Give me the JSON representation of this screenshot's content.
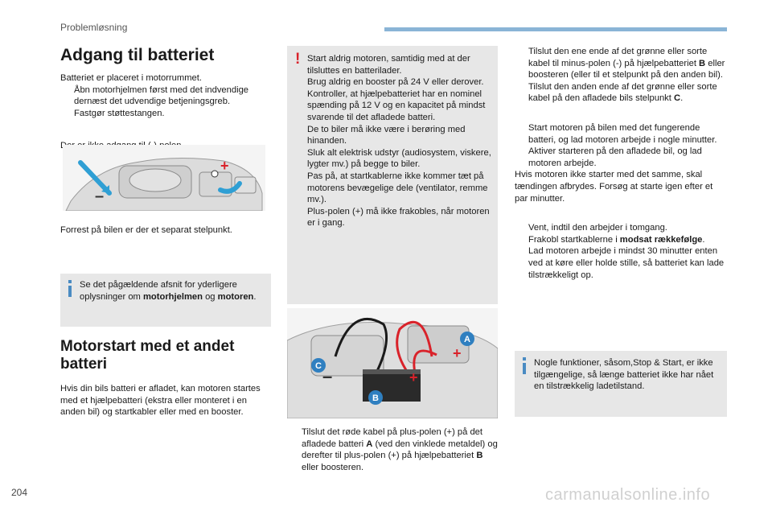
{
  "header": {
    "section": "Problemløsning"
  },
  "page_number": "204",
  "watermark": "carmanualsonline.info",
  "col1": {
    "title": "Adgang til batteriet",
    "intro": "Batteriet er placeret i motorrummet.",
    "steps": [
      "Åbn motorhjelmen først med det indvendige dernæst det udvendige betjeningsgreb.",
      "Fastgør støttestangen."
    ],
    "no_access": "Der er ikke adgang til (-) polen.",
    "front_stud": "Forrest på bilen er der et separat stelpunkt.",
    "info_prefix": "Se det pågældende afsnit for yderligere oplysninger om ",
    "info_bold1": "motorhjelmen",
    "info_mid": " og ",
    "info_bold2": "motoren",
    "info_suffix": ".",
    "section2_title_line1": "Motorstart med et andet",
    "section2_title_line2": "batteri",
    "section2_text": "Hvis din bils batteri er afladet, kan motoren startes med et hjælpebatteri (ekstra eller monteret i en anden bil) og startkabler eller med en booster."
  },
  "col2": {
    "warning_lines": [
      "Start aldrig motoren, samtidig med at der tilsluttes en batterilader.",
      "Brug aldrig en booster på 24 V eller derover.",
      "Kontroller, at hjælpebatteriet har en nominel spænding på 12 V og en kapacitet på mindst svarende til det afladede batteri.",
      "De to biler må ikke være i berøring med hinanden.",
      "Sluk alt elektrisk udstyr (audiosystem, viskere, lygter mv.) på begge to biler.",
      "Pas på, at startkablerne ikke kommer tæt på motorens bevægelige dele (ventilator, remme mv.).",
      "Plus-polen (+) må ikke frakobles, når motoren er i gang."
    ],
    "labels": {
      "a": "A",
      "b": "B",
      "c": "C"
    },
    "bottom_step_1": "Tilslut det røde kabel på plus-polen (+) på det afladede batteri ",
    "bottom_step_a": "A",
    "bottom_step_2": " (ved den vinklede metaldel) og derefter til plus-polen (+) på hjælpebatteriet ",
    "bottom_step_b": "B",
    "bottom_step_3": " eller boosteren."
  },
  "col3": {
    "step1_a": "Tilslut den ene ende af det grønne eller sorte kabel til minus-polen (-) på hjælpebatteriet ",
    "step1_b": "B",
    "step1_c": " eller boosteren (eller til et stelpunkt på den anden bil).",
    "step2_a": "Tilslut den anden ende af det grønne eller sorte kabel på den afladede bils stelpunkt ",
    "step2_b": "C",
    "step2_c": ".",
    "step3": "Start motoren på bilen med det fungerende batteri, og lad motoren arbejde i nogle minutter.",
    "step4": "Aktiver starteren på den afladede bil, og lad motoren arbejde.",
    "para": "Hvis motoren ikke starter med det samme, skal tændingen afbrydes. Forsøg at starte igen efter et par minutter.",
    "step5": "Vent, indtil den arbejder i tomgang.",
    "step6_a": "Frakobl startkablerne i ",
    "step6_b": "modsat rækkefølge",
    "step6_c": ".",
    "step7": "Lad motoren arbejde i mindst 30 minutter enten ved at køre eller holde stille, så batteriet kan lade tilstrækkeligt op.",
    "info": "Nogle funktioner, såsom,Stop & Start, er ikke tilgængelige, så længe batteriet ikke har nået en tilstrækkelig ladetilstand."
  },
  "bullet_glyph": "",
  "warn_glyph": "!",
  "colors": {
    "accent_blue": "#4a8bc2",
    "warn_red": "#d9222a",
    "box_grey": "#e7e7e7",
    "header_bar": "#8ab4d6"
  }
}
